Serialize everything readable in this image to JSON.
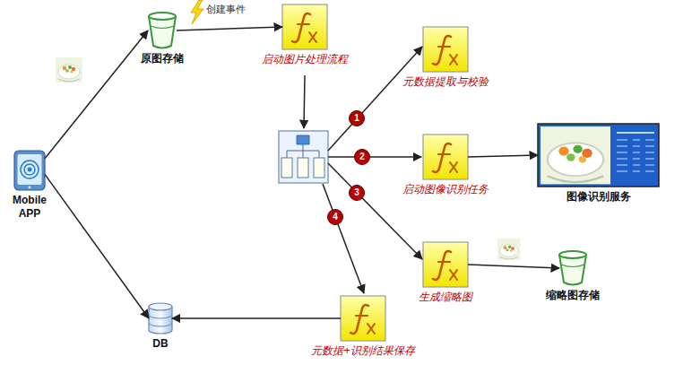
{
  "diagram": {
    "nodes": [
      {
        "text": [
          "Mobile APP"
        ]
      },
      {
        "text": [
          "原图存储"
        ]
      },
      {
        "text": [
          "启动图片处理流程"
        ]
      },
      {
        "text": [
          "元数据提取与校验"
        ]
      },
      {
        "text": [
          "启动图像识别任务"
        ]
      },
      {
        "text": [
          "图像识别服务"
        ]
      },
      {
        "text": [
          "生成缩略图"
        ]
      },
      {
        "text": [
          "缩略图存储"
        ]
      },
      {
        "text": [
          "元数据+识别结果保存"
        ]
      },
      {
        "text": [
          "DB"
        ]
      }
    ],
    "edges": [
      {
        "from": 0,
        "to": 1,
        "arrow": "to"
      },
      {
        "from": 0,
        "to": 9,
        "arrow": "to"
      },
      {
        "from": 1,
        "to": 2,
        "arrow": "to"
      },
      {
        "from": 4,
        "to": 5,
        "arrow": "to"
      },
      {
        "from": 6,
        "to": 7,
        "arrow": "to"
      },
      {
        "from": 8,
        "to": 9,
        "arrow": "to"
      }
    ],
    "labels": [
      "创建事件",
      "1",
      "2",
      "3",
      "4"
    ]
  }
}
